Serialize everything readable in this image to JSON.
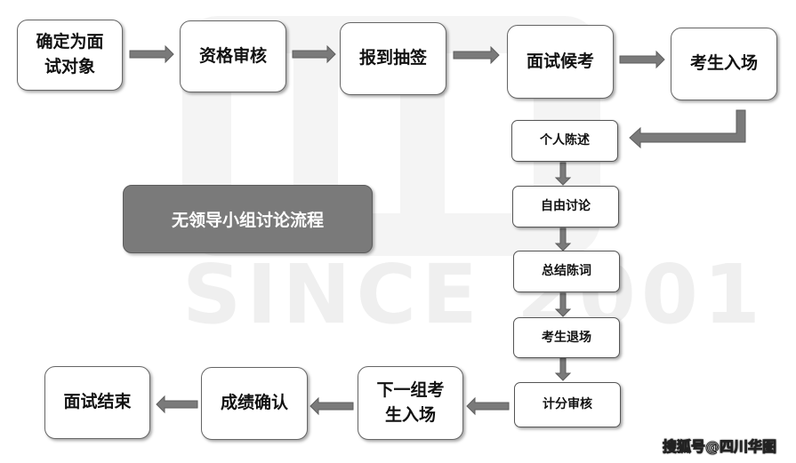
{
  "watermark": "SINCE 2001",
  "title": "无领导小组讨论流程",
  "top_row": [
    "确定为面\n试对象",
    "资格审核",
    "报到抽签",
    "面试候考",
    "考生入场"
  ],
  "middle_column": [
    "个人陈述",
    "自由讨论",
    "总结陈词",
    "考生退场",
    "计分审核"
  ],
  "bottom_row": [
    "下一组考\n生入场",
    "成绩确认",
    "面试结束"
  ],
  "credit": "搜狐号@四川华图",
  "colors": {
    "box_border": "#666666",
    "arrow_fill": "#7a7a7a",
    "title_fill": "#7a7a7a"
  }
}
